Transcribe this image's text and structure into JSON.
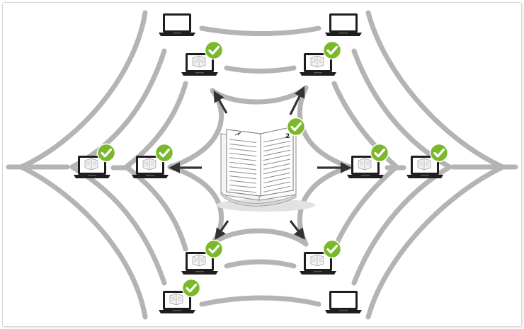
{
  "colors": {
    "accent_check": "#7ab929",
    "connection": "#b4b4b4",
    "arrow": "#333333",
    "device": "#1e1e1e"
  },
  "icons": {
    "node": "laptop-icon",
    "verified": "checkmark-icon",
    "center": "ledger-book-icon"
  },
  "ledger": {
    "page_number": "2"
  },
  "nodes": [
    {
      "id": "top-left-outer",
      "verified": false
    },
    {
      "id": "top-right-outer",
      "verified": false
    },
    {
      "id": "top-left-inner",
      "verified": true
    },
    {
      "id": "top-right-inner",
      "verified": true
    },
    {
      "id": "left-outer",
      "verified": true
    },
    {
      "id": "left-inner",
      "verified": true
    },
    {
      "id": "right-inner",
      "verified": true
    },
    {
      "id": "right-outer",
      "verified": true
    },
    {
      "id": "bottom-left-inner",
      "verified": true
    },
    {
      "id": "bottom-right-inner",
      "verified": true
    },
    {
      "id": "bottom-left-outer",
      "verified": true
    },
    {
      "id": "bottom-right-outer",
      "verified": false
    }
  ]
}
